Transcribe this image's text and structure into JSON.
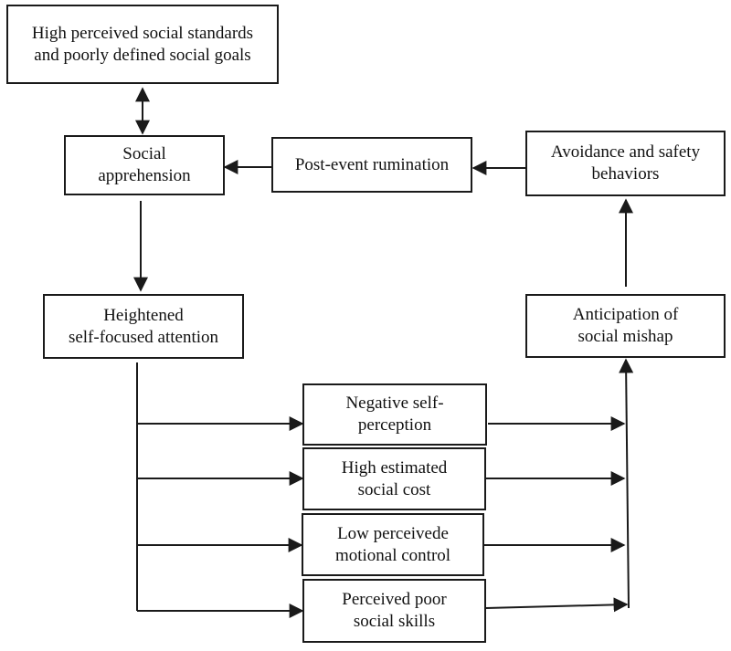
{
  "nodes": {
    "standards": "High perceived social standards\nand poorly defined social goals",
    "apprehension": "Social\napprehension",
    "rumination": "Post-event rumination",
    "avoidance": "Avoidance and safety\nbehaviors",
    "attention": "Heightened\nself-focused attention",
    "anticipation": "Anticipation of\nsocial mishap",
    "self_perception": "Negative self-\nperception",
    "social_cost": "High estimated\nsocial cost",
    "emotional_control": "Low perceivede\nmotional control",
    "social_skills": "Perceived poor\nsocial skills"
  },
  "colors": {
    "stroke": "#1a1a1a",
    "text": "#111111"
  }
}
